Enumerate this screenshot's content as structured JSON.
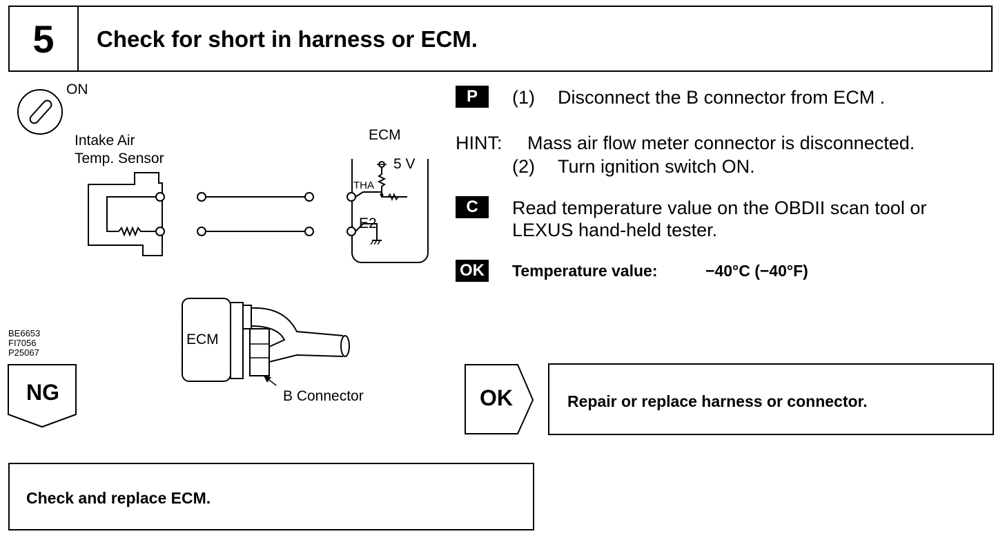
{
  "step": {
    "number": "5",
    "title": "Check for short in harness or ECM."
  },
  "ignition": {
    "label": "ON",
    "icon": "ignition-key-icon"
  },
  "diagram": {
    "sensor_label_line1": "Intake Air",
    "sensor_label_line2": "Temp. Sensor",
    "ecm_label": "ECM",
    "voltage_label": "5 V",
    "tha_label": "THA",
    "e2_label": "E2",
    "connector_ecm_label": "ECM",
    "b_connector_label": "B Connector",
    "figure_codes": [
      "BE6653",
      "FI7056",
      "P25067"
    ]
  },
  "instructions": {
    "p_badge": "P",
    "p_step_num": "(1)",
    "p_text": "Disconnect the B connector from ECM .",
    "hint_label": "HINT:",
    "hint_text": "Mass air flow meter connector is disconnected.",
    "step2_num": "(2)",
    "step2_text": "Turn ignition switch ON.",
    "c_badge": "C",
    "c_text_line1": "Read temperature value on the OBDII scan tool or",
    "c_text_line2": "LEXUS hand-held tester.",
    "ok_badge": "OK",
    "ok_label": "Temperature value:",
    "ok_value": "−40°C (−40°F)"
  },
  "ng_result": {
    "label": "NG",
    "action": "Check and replace ECM."
  },
  "ok_result": {
    "label": "OK",
    "action": "Repair or replace harness or connector."
  }
}
